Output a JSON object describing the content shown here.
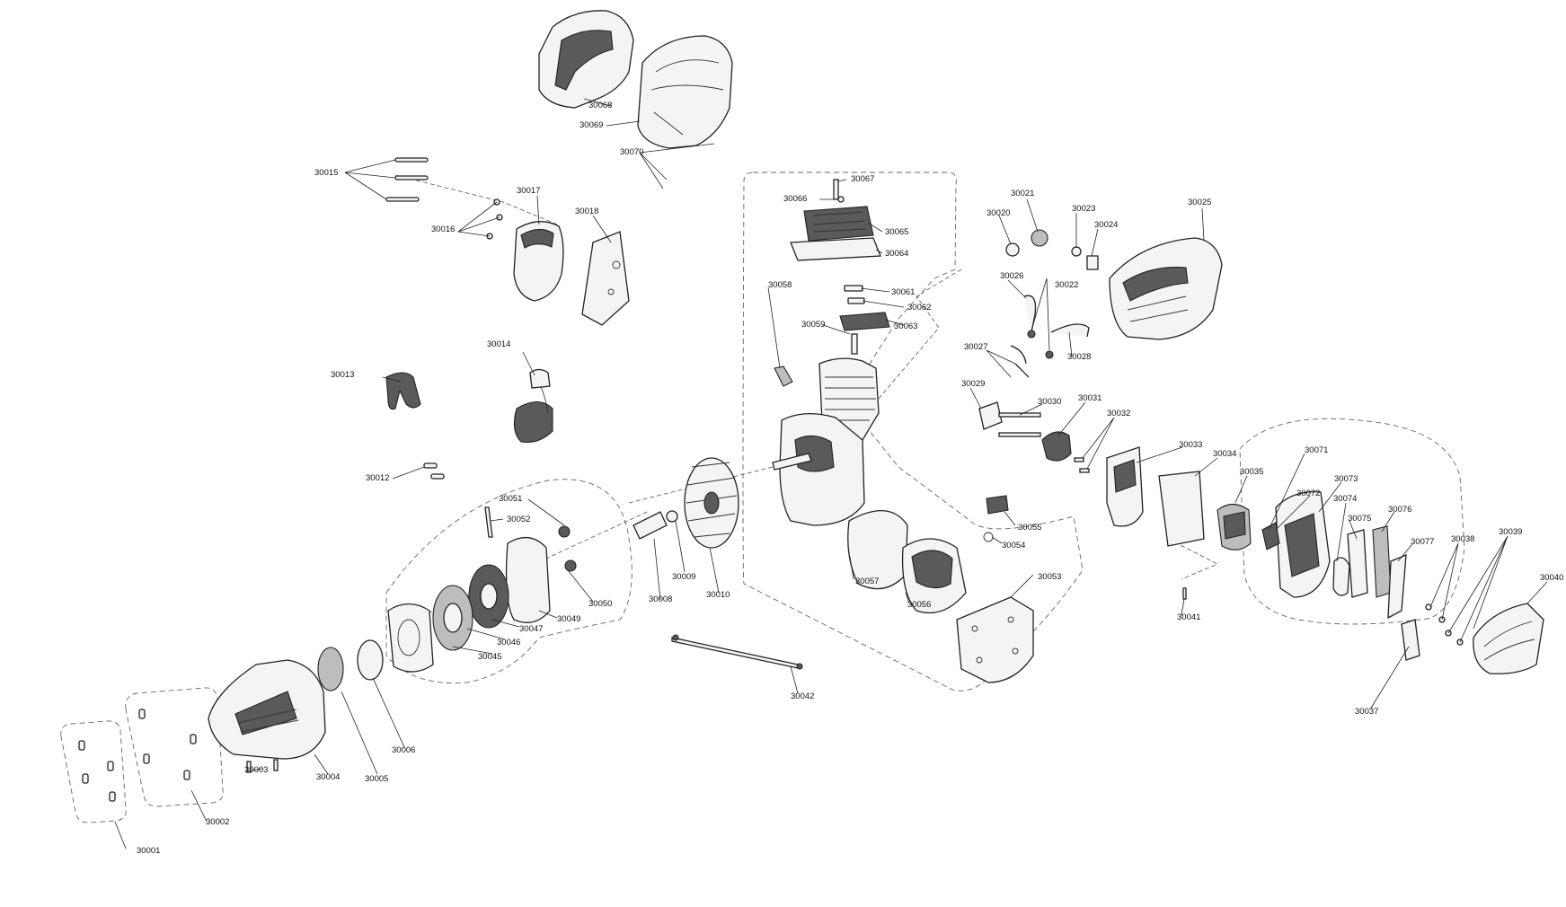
{
  "labels": [
    {
      "id": "30001",
      "text": "30001"
    },
    {
      "id": "30002",
      "text": "30002"
    },
    {
      "id": "30003",
      "text": "30003"
    },
    {
      "id": "30004",
      "text": "30004"
    },
    {
      "id": "30005",
      "text": "30005"
    },
    {
      "id": "30006",
      "text": "30006"
    },
    {
      "id": "30008",
      "text": "30008"
    },
    {
      "id": "30009",
      "text": "30009"
    },
    {
      "id": "30010",
      "text": "30010"
    },
    {
      "id": "30012",
      "text": "30012"
    },
    {
      "id": "30013",
      "text": "30013"
    },
    {
      "id": "30014",
      "text": "30014"
    },
    {
      "id": "30015",
      "text": "30015"
    },
    {
      "id": "30016",
      "text": "30016"
    },
    {
      "id": "30017",
      "text": "30017"
    },
    {
      "id": "30018",
      "text": "30018"
    },
    {
      "id": "30020",
      "text": "30020"
    },
    {
      "id": "30021",
      "text": "30021"
    },
    {
      "id": "30022",
      "text": "30022"
    },
    {
      "id": "30023",
      "text": "30023"
    },
    {
      "id": "30024",
      "text": "30024"
    },
    {
      "id": "30025",
      "text": "30025"
    },
    {
      "id": "30026",
      "text": "30026"
    },
    {
      "id": "30027",
      "text": "30027"
    },
    {
      "id": "30028",
      "text": "30028"
    },
    {
      "id": "30029",
      "text": "30029"
    },
    {
      "id": "30030",
      "text": "30030"
    },
    {
      "id": "30031",
      "text": "30031"
    },
    {
      "id": "30032",
      "text": "30032"
    },
    {
      "id": "30033",
      "text": "30033"
    },
    {
      "id": "30034",
      "text": "30034"
    },
    {
      "id": "30035",
      "text": "30035"
    },
    {
      "id": "30037",
      "text": "30037"
    },
    {
      "id": "30038",
      "text": "30038"
    },
    {
      "id": "30039",
      "text": "30039"
    },
    {
      "id": "30040",
      "text": "30040"
    },
    {
      "id": "30041",
      "text": "30041"
    },
    {
      "id": "30042",
      "text": "30042"
    },
    {
      "id": "30045",
      "text": "30045"
    },
    {
      "id": "30046",
      "text": "30046"
    },
    {
      "id": "30047",
      "text": "30047"
    },
    {
      "id": "30049",
      "text": "30049"
    },
    {
      "id": "30050",
      "text": "30050"
    },
    {
      "id": "30051",
      "text": "30051"
    },
    {
      "id": "30052",
      "text": "30052"
    },
    {
      "id": "30053",
      "text": "30053"
    },
    {
      "id": "30054",
      "text": "30054"
    },
    {
      "id": "30055",
      "text": "30055"
    },
    {
      "id": "30056",
      "text": "30056"
    },
    {
      "id": "30057",
      "text": "30057"
    },
    {
      "id": "30058",
      "text": "30058"
    },
    {
      "id": "30059",
      "text": "30059"
    },
    {
      "id": "30061",
      "text": "30061"
    },
    {
      "id": "30062",
      "text": "30062"
    },
    {
      "id": "30063",
      "text": "30063"
    },
    {
      "id": "30064",
      "text": "30064"
    },
    {
      "id": "30065",
      "text": "30065"
    },
    {
      "id": "30066",
      "text": "30066"
    },
    {
      "id": "30067",
      "text": "30067"
    },
    {
      "id": "30068",
      "text": "30068"
    },
    {
      "id": "30069",
      "text": "30069"
    },
    {
      "id": "30070",
      "text": "30070"
    },
    {
      "id": "30071",
      "text": "30071"
    },
    {
      "id": "30072",
      "text": "30072"
    },
    {
      "id": "30073",
      "text": "30073"
    },
    {
      "id": "30074",
      "text": "30074"
    },
    {
      "id": "30075",
      "text": "30075"
    },
    {
      "id": "30076",
      "text": "30076"
    },
    {
      "id": "30077",
      "text": "30077"
    }
  ]
}
